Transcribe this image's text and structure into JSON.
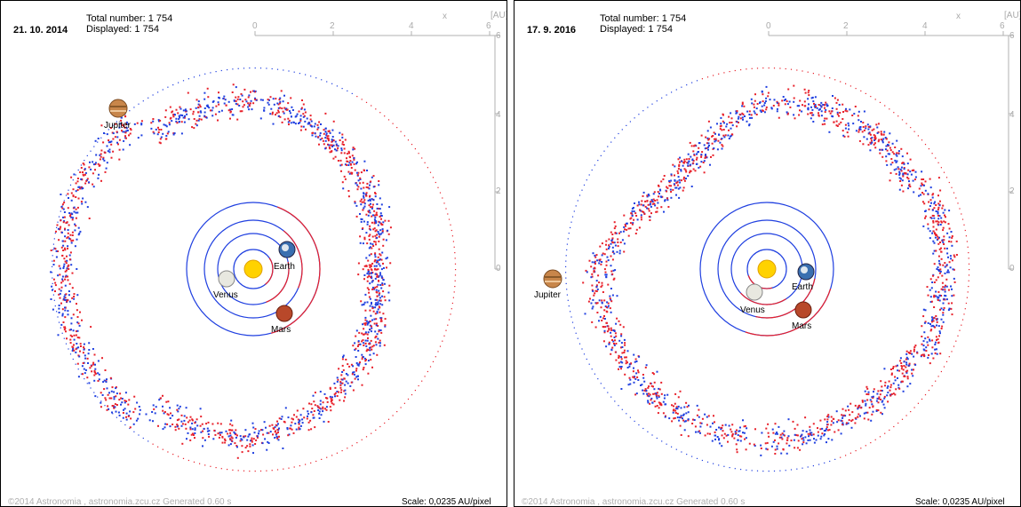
{
  "panels": [
    {
      "date": "21. 10. 2014",
      "total_label": "Total number: 1 754",
      "displayed_label": "Displayed: 1 754",
      "axis_x_symbol": "x",
      "axis_unit": "[AU]",
      "x_ticks": [
        "0",
        "2",
        "4",
        "6"
      ],
      "y_ticks": [
        "6",
        "4",
        "2",
        "0"
      ],
      "planets": {
        "jupiter": "Jupiter",
        "earth": "Earth",
        "venus": "Venus",
        "mars": "Mars"
      },
      "footer_left": "©2014 Astronomia , astronomia.zcu.cz    Generated 0.60 s",
      "scale": "Scale: 0,0235 AU/pixel"
    },
    {
      "date": "17. 9. 2016",
      "total_label": "Total number: 1 754",
      "displayed_label": "Displayed: 1 754",
      "axis_x_symbol": "x",
      "axis_unit": "[AU]",
      "x_ticks": [
        "0",
        "2",
        "4",
        "6"
      ],
      "y_ticks": [
        "6",
        "4",
        "2",
        "0"
      ],
      "planets": {
        "jupiter": "Jupiter",
        "earth": "Earth",
        "venus": "Venus",
        "mars": "Mars"
      },
      "footer_left": "©2014 Astronomia , astronomia.zcu.cz    Generated 0.60 s",
      "scale": "Scale: 0,0235 AU/pixel"
    }
  ],
  "colors": {
    "asteroid_red": "#e8202a",
    "asteroid_blue": "#1f3fe0",
    "orbit_red": "#e8202a",
    "orbit_blue": "#1f3fe0",
    "sun": "#ffd200",
    "axis": "#b0b0b0"
  }
}
